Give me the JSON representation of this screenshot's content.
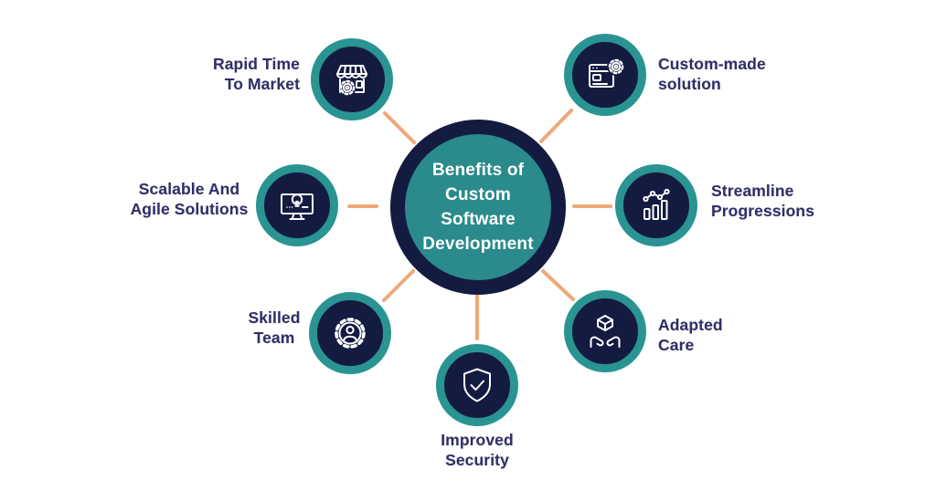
{
  "diagram": {
    "title": "Benefits of Custom Software Development",
    "background": "#ffffff"
  },
  "colors": {
    "center_ring": "#141b41",
    "center_fill": "#2a8a8c",
    "satellite_ring": "#2a9493",
    "satellite_fill": "#141b41",
    "label_text": "#312e66",
    "connector": "#efa87a",
    "icon_stroke": "#ffffff",
    "center_text": "#ffffff"
  },
  "center": {
    "title_lines": [
      "Benefits of",
      "Custom",
      "Software",
      "Development"
    ]
  },
  "nodes": [
    {
      "id": "rapid-time-to-market",
      "icon": "storefront-gear-icon",
      "label_lines": [
        "Rapid Time",
        "To Market"
      ]
    },
    {
      "id": "custom-made-solution",
      "icon": "browser-gear-icon",
      "label_lines": [
        "Custom-made",
        "solution"
      ]
    },
    {
      "id": "scalable-agile-solutions",
      "icon": "monitor-bulb-icon",
      "label_lines": [
        "Scalable And",
        "Agile Solutions"
      ]
    },
    {
      "id": "streamline-progressions",
      "icon": "chart-progress-icon",
      "label_lines": [
        "Streamline",
        "Progressions"
      ]
    },
    {
      "id": "skilled-team",
      "icon": "gear-person-icon",
      "label_lines": [
        "Skilled",
        "Team"
      ]
    },
    {
      "id": "adapted-care",
      "icon": "hands-box-icon",
      "label_lines": [
        "Adapted",
        "Care"
      ]
    },
    {
      "id": "improved-security",
      "icon": "shield-check-icon",
      "label_lines": [
        "Improved",
        "Security"
      ]
    }
  ]
}
